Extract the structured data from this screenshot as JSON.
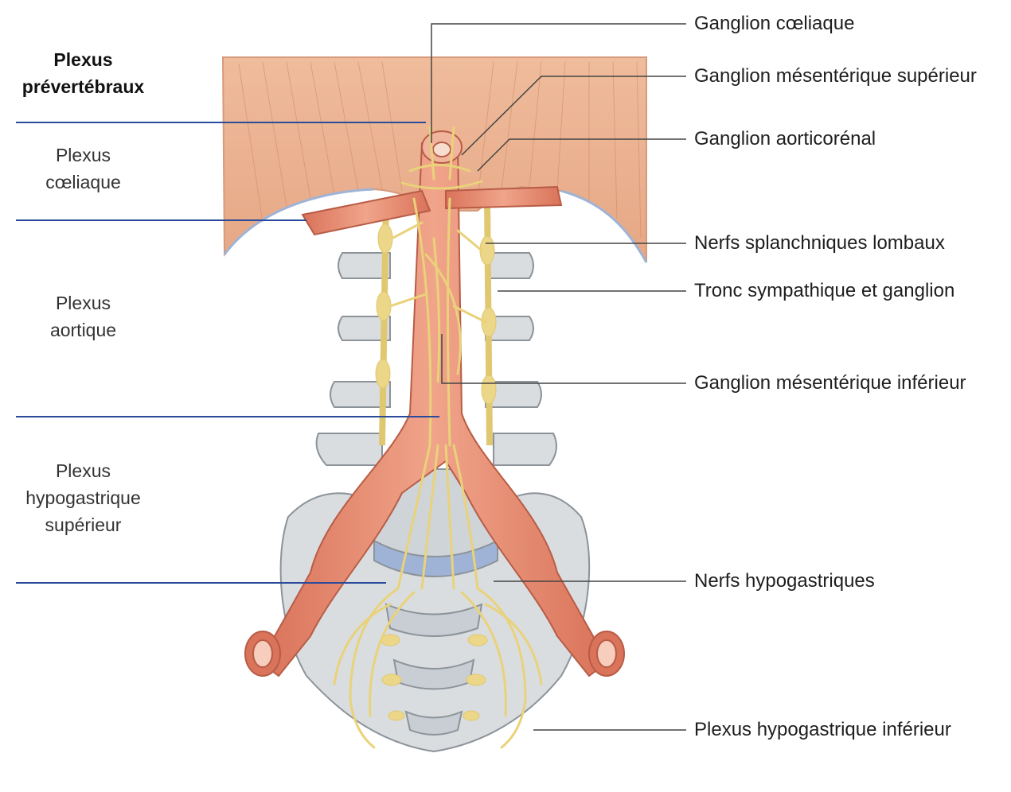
{
  "left_header": {
    "line1": "Plexus",
    "line2": "prévertébraux"
  },
  "left_regions": [
    {
      "lines": [
        "Plexus",
        "cœliaque"
      ]
    },
    {
      "lines": [
        "Plexus",
        "aortique"
      ]
    },
    {
      "lines": [
        "Plexus",
        "hypogastrique",
        "supérieur"
      ]
    }
  ],
  "right_labels": [
    "Ganglion cœliaque",
    "Ganglion mésentérique supérieur",
    "Ganglion aorticorénal",
    "Nerfs splanchniques lombaux",
    "Tronc sympathique et ganglion",
    "Ganglion mésentérique inférieur",
    "Nerfs hypogastriques",
    "Plexus hypogastrique inférieur"
  ],
  "colors": {
    "muscle": "#e9b08f",
    "artery": "#e4886c",
    "bone": "#d9dde0",
    "nerve": "#e9d27a",
    "divider": "#2a4a9a"
  }
}
